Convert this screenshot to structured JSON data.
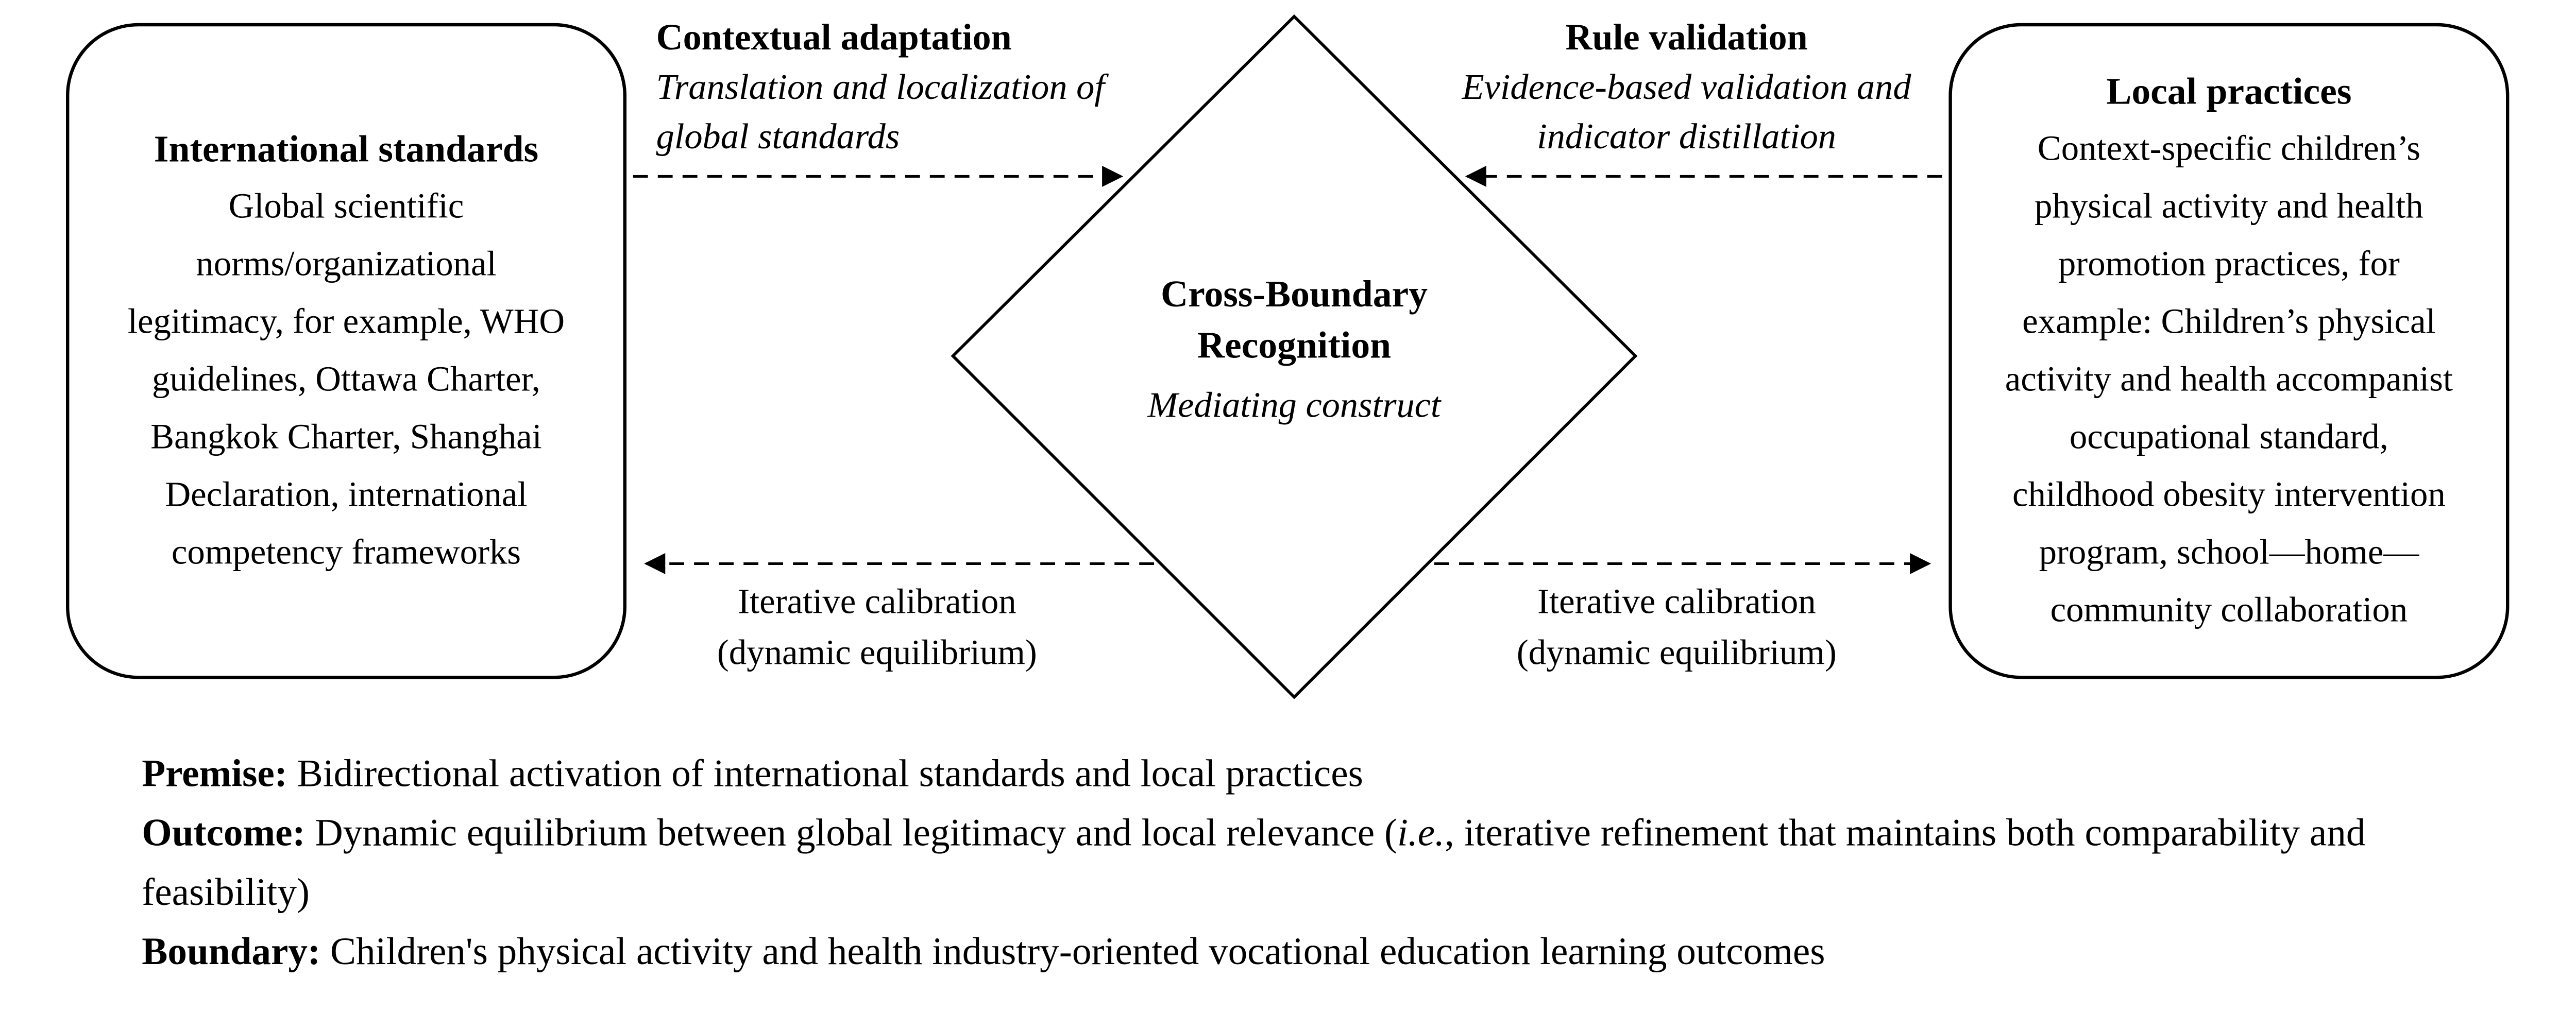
{
  "figure": {
    "left_box": {
      "title": "International standards",
      "body": "Global scientific norms/organizational legitimacy, for example, WHO guidelines, Ottawa Charter, Bangkok Charter, Shanghai Declaration, international competency frameworks"
    },
    "diamond": {
      "title": "Cross-Boundary Recognition",
      "subtitle": "Mediating construct"
    },
    "right_box": {
      "title": "Local practices",
      "body": "Context-specific children’s physical activity and health promotion practices, for example: Children’s physical activity and health accompanist occupational standard, childhood obesity intervention program, school—home—community collaboration"
    },
    "arrows": {
      "top_left": {
        "label": "Contextual adaptation",
        "sublabel": "Translation and localization of global standards"
      },
      "top_right": {
        "label": "Rule validation",
        "sublabel": "Evidence-based validation and indicator distillation"
      },
      "bottom_left": {
        "label": "Iterative calibration (dynamic equilibrium)"
      },
      "bottom_right": {
        "label": "Iterative calibration (dynamic equilibrium)"
      }
    },
    "notes": {
      "premise_label": "Premise:",
      "premise_text": " Bidirectional activation of international standards and local practices",
      "outcome_label": "Outcome:",
      "outcome_text_pre": " Dynamic equilibrium between global legitimacy and local relevance (",
      "outcome_italic": "i.e.",
      "outcome_text_post": ", iterative refinement that maintains both comparability and feasibility)",
      "boundary_label": "Boundary:",
      "boundary_text": " Children's physical activity and health industry-oriented vocational education learning outcomes"
    },
    "colors": {
      "ink": "#000000",
      "background": "#ffffff"
    }
  }
}
